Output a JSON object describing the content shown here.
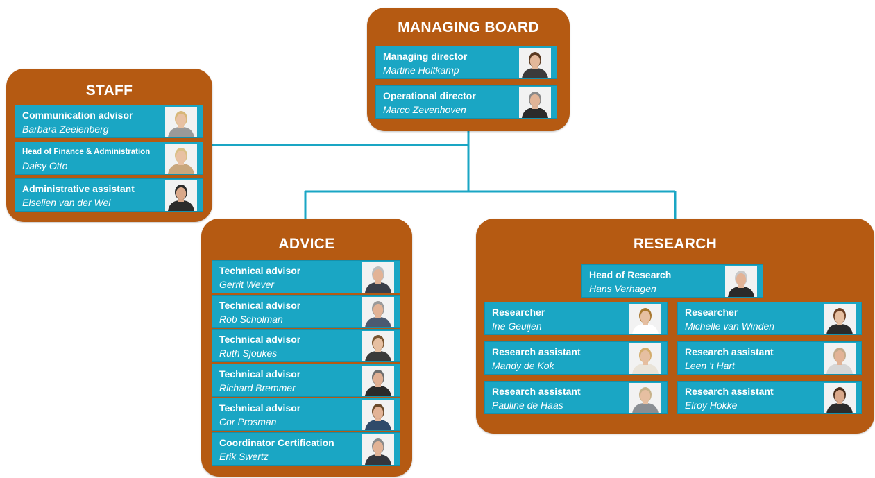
{
  "managing_board": {
    "title": "MANAGING BOARD",
    "members": [
      {
        "role": "Managing director",
        "name": "Martine Holtkamp",
        "hair": "#5a3a22",
        "shirt": "#3b3b3b",
        "skin": "#e3b89a"
      },
      {
        "role": "Operational director",
        "name": "Marco Zevenhoven",
        "hair": "#8a8a8a",
        "shirt": "#2b2b2b",
        "skin": "#e1b497"
      }
    ]
  },
  "staff": {
    "title": "STAFF",
    "members": [
      {
        "role": "Communication advisor",
        "name": "Barbara Zeelenberg",
        "hair": "#d7b778",
        "shirt": "#9a9a9a",
        "skin": "#e8c1a3"
      },
      {
        "role": "Head of Finance & Administration",
        "name": "Daisy Otto",
        "hair": "#d9bf85",
        "shirt": "#c9a77d",
        "skin": "#e8c1a3"
      },
      {
        "role": "Administrative assistant",
        "name": "Elselien van der Wel",
        "hair": "#2a2a2a",
        "shirt": "#2c2c2c",
        "skin": "#d9a88a"
      }
    ]
  },
  "advice": {
    "title": "ADVICE",
    "members": [
      {
        "role": "Technical advisor",
        "name": "Gerrit Wever",
        "hair": "#bdbdbd",
        "shirt": "#3a3f4a",
        "skin": "#e2b396"
      },
      {
        "role": "Technical advisor",
        "name": "Rob Scholman",
        "hair": "#9a9a9a",
        "shirt": "#4b5a70",
        "skin": "#e2b396"
      },
      {
        "role": "Technical advisor",
        "name": "Ruth Sjoukes",
        "hair": "#7a5530",
        "shirt": "#3a3a3a",
        "skin": "#e6bfa1"
      },
      {
        "role": "Technical advisor",
        "name": "Richard Bremmer",
        "hair": "#6e6e6e",
        "shirt": "#2a2a2a",
        "skin": "#e0b094"
      },
      {
        "role": "Technical advisor",
        "name": "Cor Prosman",
        "hair": "#6a4a2a",
        "shirt": "#2f4a6a",
        "skin": "#e2b396"
      },
      {
        "role": "Coordinator Certification",
        "name": "Erik Swertz",
        "hair": "#8a8a8a",
        "shirt": "#33363d",
        "skin": "#e2b396"
      }
    ]
  },
  "research": {
    "title": "RESEARCH",
    "head": {
      "role": "Head of Research",
      "name": "Hans Verhagen",
      "hair": "#c9c9c9",
      "shirt": "#2a2a2a",
      "skin": "#e2b396"
    },
    "left": [
      {
        "role": "Researcher",
        "name": "Ine Geuijen",
        "hair": "#a8772e",
        "shirt": "#ffffff",
        "skin": "#e6bfa1"
      },
      {
        "role": "Research assistant",
        "name": "Mandy de Kok",
        "hair": "#d3ac6b",
        "shirt": "#e9e3d8",
        "skin": "#e6bfa1"
      },
      {
        "role": "Research assistant",
        "name": "Pauline de Haas",
        "hair": "#c7b28a",
        "shirt": "#8b8f94",
        "skin": "#e6bfa1"
      }
    ],
    "right": [
      {
        "role": "Researcher",
        "name": "Michelle van Winden",
        "hair": "#6b3f24",
        "shirt": "#2a2a2a",
        "skin": "#e6bfa1"
      },
      {
        "role": "Research assistant",
        "name": "Leen 't Hart",
        "hair": "#c2a98a",
        "shirt": "#d6d6d6",
        "skin": "#e2b396"
      },
      {
        "role": "Research assistant",
        "name": "Elroy Hokke",
        "hair": "#4a2e1c",
        "shirt": "#2b2b2b",
        "skin": "#d9a88a"
      }
    ]
  },
  "colors": {
    "group_bg": "#b55a12",
    "card_bg": "#1aa6c4",
    "connector": "#1aa6c4"
  }
}
